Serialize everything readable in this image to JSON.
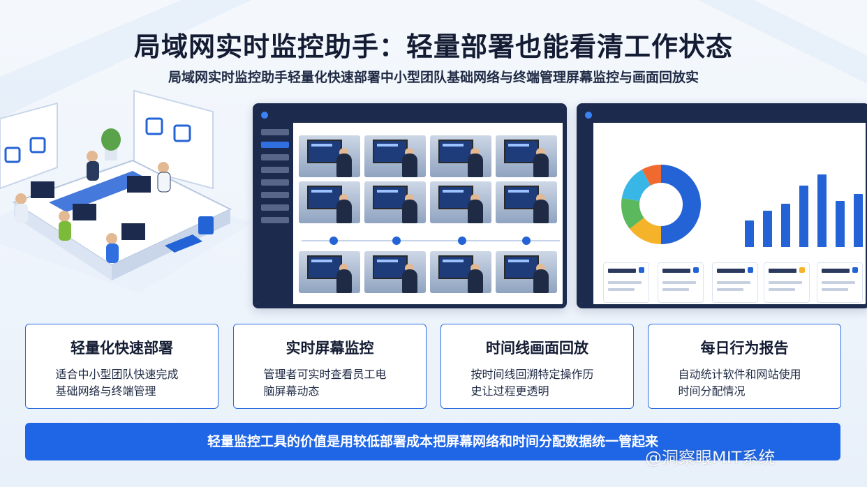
{
  "header": {
    "title": "局域网实时监控助手：轻量部署也能看清工作状态",
    "subtitle": "局域网实时监控助手轻量化快速部署中小型团队基础网络与终端管理屏幕监控与画面回放实"
  },
  "features": [
    {
      "title": "轻量化快速部署",
      "desc": "适合中小型团队快速完成基础网络与终端管理"
    },
    {
      "title": "实时屏幕监控",
      "desc": "管理者可实时查看员工电脑屏幕动态"
    },
    {
      "title": "时间线画面回放",
      "desc": "按时间线回溯特定操作历史让过程更透明"
    },
    {
      "title": "每日行为报告",
      "desc": "自动统计软件和网站使用时间分配情况"
    }
  ],
  "banner": {
    "text": "轻量监控工具的价值是用较低部署成本把屏幕网络和时间分配数据统一管起来"
  },
  "watermark": {
    "text": "@洞察眼MIT系统"
  },
  "colors": {
    "accent": "#1f66e6",
    "dark": "#1c2b4d"
  }
}
